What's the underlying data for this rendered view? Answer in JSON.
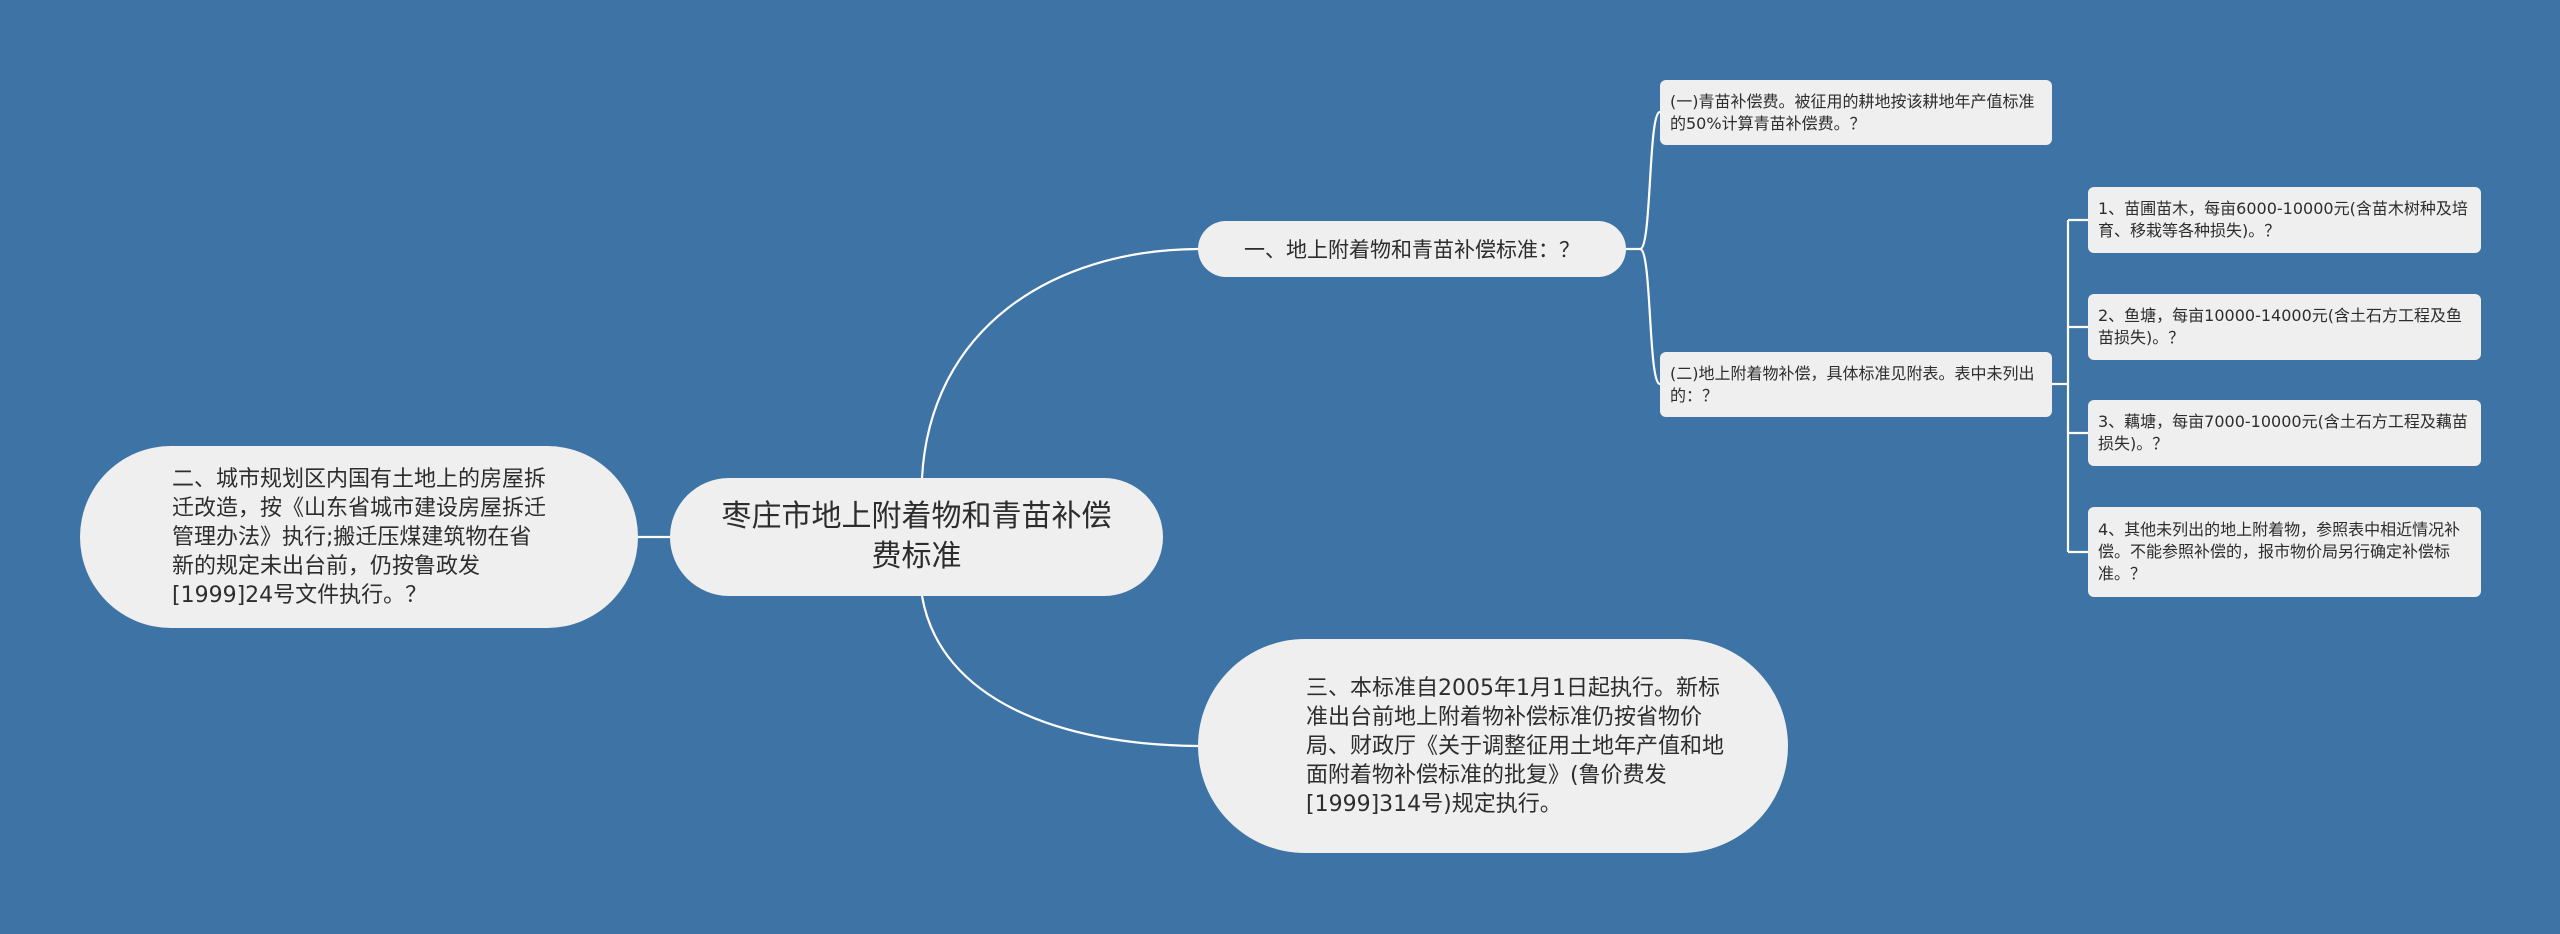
{
  "root": {
    "title": "枣庄市地上附着物和青苗补偿费标准"
  },
  "branches": [
    {
      "text": "一、地上附着物和青苗补偿标准：？",
      "children": [
        {
          "text": "(一)青苗补偿费。被征用的耕地按该耕地年产值标准的50%计算青苗补偿费。？"
        },
        {
          "text": "(二)地上附着物补偿，具体标准见附表。表中未列出的：？",
          "children": [
            {
              "text": "1、苗圃苗木，每亩6000-10000元(含苗木树种及培育、移栽等各种损失)。？"
            },
            {
              "text": "2、鱼塘，每亩10000-14000元(含土石方工程及鱼苗损失)。？"
            },
            {
              "text": "3、藕塘，每亩7000-10000元(含土石方工程及藕苗损失)。？"
            },
            {
              "text": "4、其他未列出的地上附着物，参照表中相近情况补偿。不能参照补偿的，报市物价局另行确定补偿标准。？"
            }
          ]
        }
      ]
    },
    {
      "text": "二、城市规划区内国有土地上的房屋拆迁改造，按《山东省城市建设房屋拆迁管理办法》执行;搬迁压煤建筑物在省新的规定未出台前，仍按鲁政发[1999]24号文件执行。？"
    },
    {
      "text": "三、本标准自2005年1月1日起执行。新标准出台前地上附着物补偿标准仍按省物价局、财政厅《关于调整征用土地年产值和地面附着物补偿标准的批复》(鲁价费发[1999]314号)规定执行。"
    }
  ],
  "colors": {
    "background": "#3e73a5",
    "node_fill": "#efefef",
    "connector": "#ffffff",
    "text": "#2d2d2d"
  }
}
